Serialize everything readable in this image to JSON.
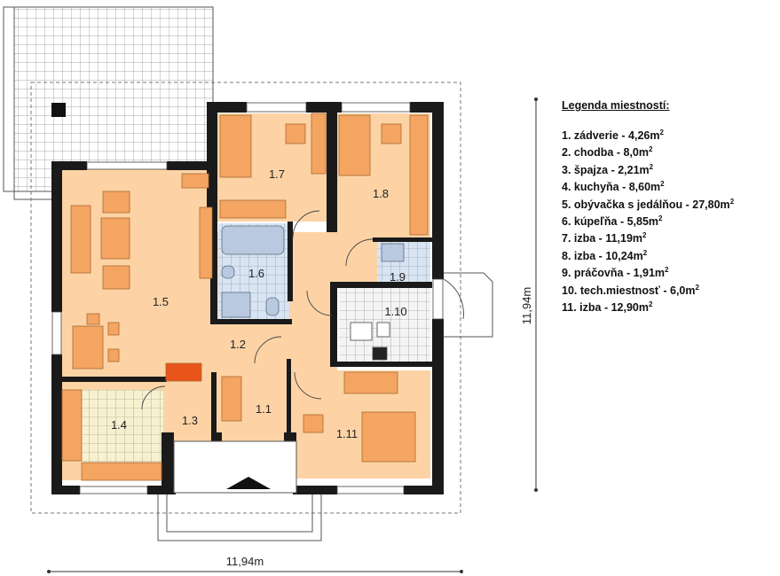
{
  "legend": {
    "title": "Legenda miestností:",
    "items": [
      {
        "text": "1. zádverie - 4,26m",
        "sup": "2"
      },
      {
        "text": "2. chodba - 8,0m",
        "sup": "2"
      },
      {
        "text": "3. špajza - 2,21m",
        "sup": "2"
      },
      {
        "text": "4. kuchyňa - 8,60m",
        "sup": "2"
      },
      {
        "text": "5. obývačka s jedálňou - 27,80m",
        "sup": "2"
      },
      {
        "text": "6. kúpeľňa - 5,85m",
        "sup": "2"
      },
      {
        "text": "7. izba - 11,19m",
        "sup": "2"
      },
      {
        "text": "8. izba - 10,24m",
        "sup": "2"
      },
      {
        "text": "9. práčovňa - 1,91m",
        "sup": "2"
      },
      {
        "text": "10. tech.miestnosť - 6,0m",
        "sup": "2"
      },
      {
        "text": " 11. izba - 12,90m",
        "sup": "2"
      }
    ]
  },
  "rooms": {
    "r1_1": "1.1",
    "r1_2": "1.2",
    "r1_3": "1.3",
    "r1_4": "1.4",
    "r1_5": "1.5",
    "r1_6": "1.6",
    "r1_7": "1.7",
    "r1_8": "1.8",
    "r1_9": "1.9",
    "r1_10": "1.10",
    "r1_11": "1.11"
  },
  "dimensions": {
    "width": "11,94m",
    "height": "11,94m"
  },
  "colors": {
    "wall": "#1a1a1a",
    "floor_living": "#fdd3a5",
    "floor_tile": "#f2f2f2",
    "furniture": "#f4a562",
    "terrace": "#ffffff"
  }
}
